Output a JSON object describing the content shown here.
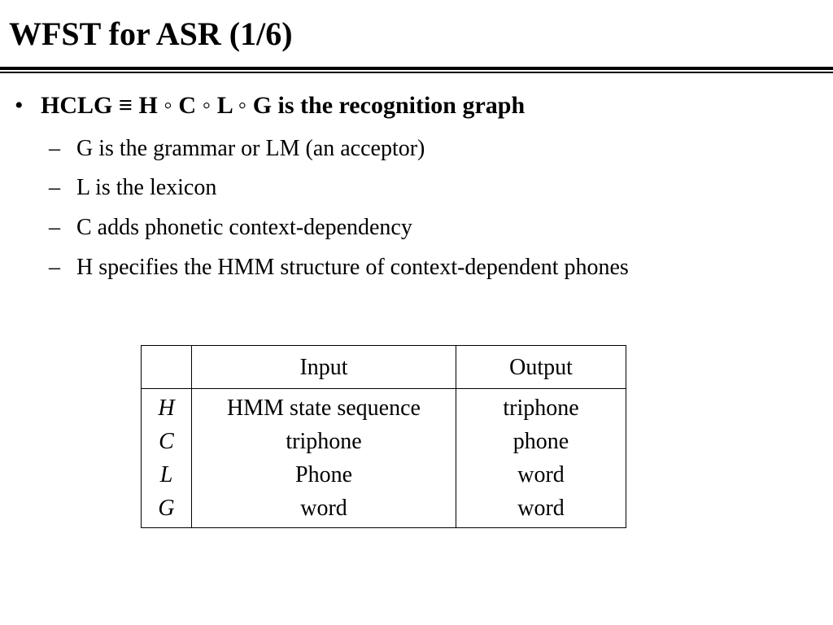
{
  "slide": {
    "title": "WFST for ASR (1/6)"
  },
  "bullet": {
    "marker": "•",
    "text": "HCLG ≡ H ◦ C ◦ L ◦ G is the recognition graph"
  },
  "sub_marker": "–",
  "sub_bullets": [
    "G is the grammar or LM (an acceptor)",
    "L is the lexicon",
    "C adds phonetic context-dependency",
    "H specifies the HMM structure of context-dependent phones"
  ],
  "table": {
    "headers": [
      "",
      "Input",
      "Output"
    ],
    "rows": [
      {
        "symbol": "H",
        "input": "HMM state sequence",
        "output": "triphone"
      },
      {
        "symbol": "C",
        "input": "triphone",
        "output": "phone"
      },
      {
        "symbol": "L",
        "input": "Phone",
        "output": "word"
      },
      {
        "symbol": "G",
        "input": "word",
        "output": "word"
      }
    ]
  }
}
